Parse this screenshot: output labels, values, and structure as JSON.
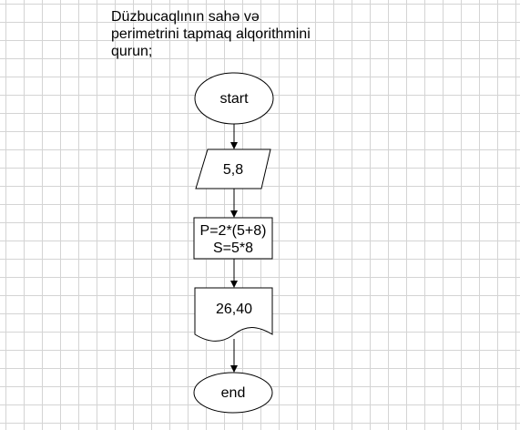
{
  "task": {
    "text": "Düzbucaqlının sahə və\nperimetrini tapmaq alqorithmini\nqurun;"
  },
  "flowchart": {
    "start_label": "start",
    "input_label": "5,8",
    "process_line1": "P=2*(5+8)",
    "process_line2": "S=5*8",
    "output_label": "26,40",
    "end_label": "end"
  },
  "colors": {
    "grid": "#d4d4d4",
    "shape_fill": "#ffffff",
    "shape_stroke": "#000000"
  }
}
